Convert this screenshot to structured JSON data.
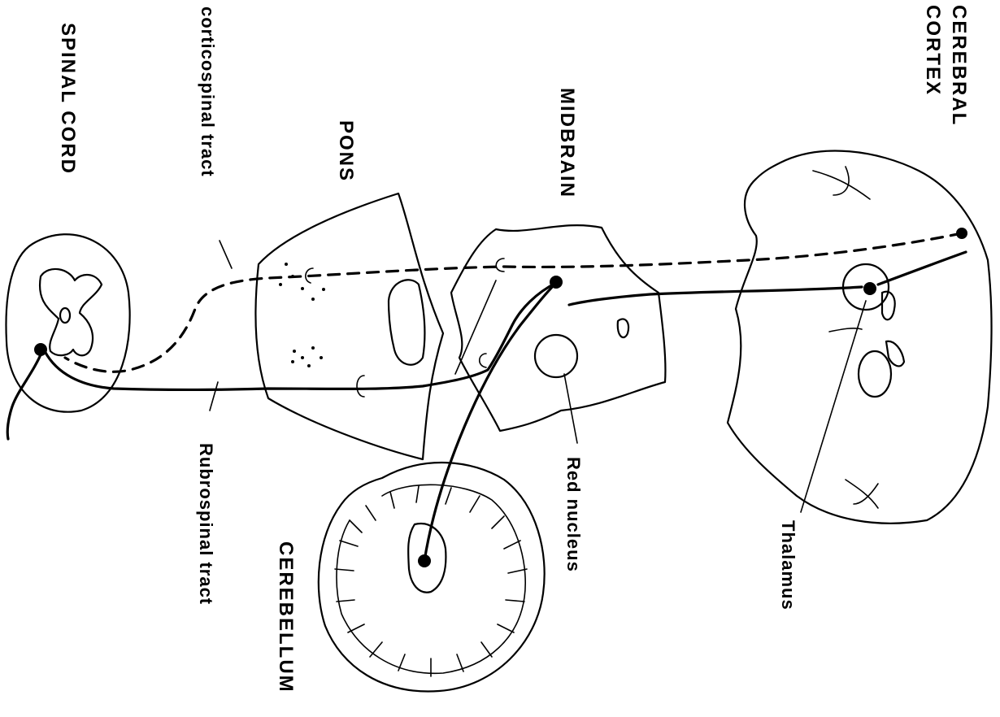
{
  "labels": {
    "spinal_cord": "SPINAL CORD",
    "corticospinal_tract": "corticospinal tract",
    "pons": "PONS",
    "midbrain": "MIDBRAIN",
    "cerebral_cortex_line1": "CEREBRAL",
    "cerebral_cortex_line2": "CORTEX",
    "rubrospinal_tract": "Rubrospinal tract",
    "cerebellum": "CEREBELLUM",
    "red_nucleus": "Red nucleus",
    "thalamus": "Thalamus"
  }
}
